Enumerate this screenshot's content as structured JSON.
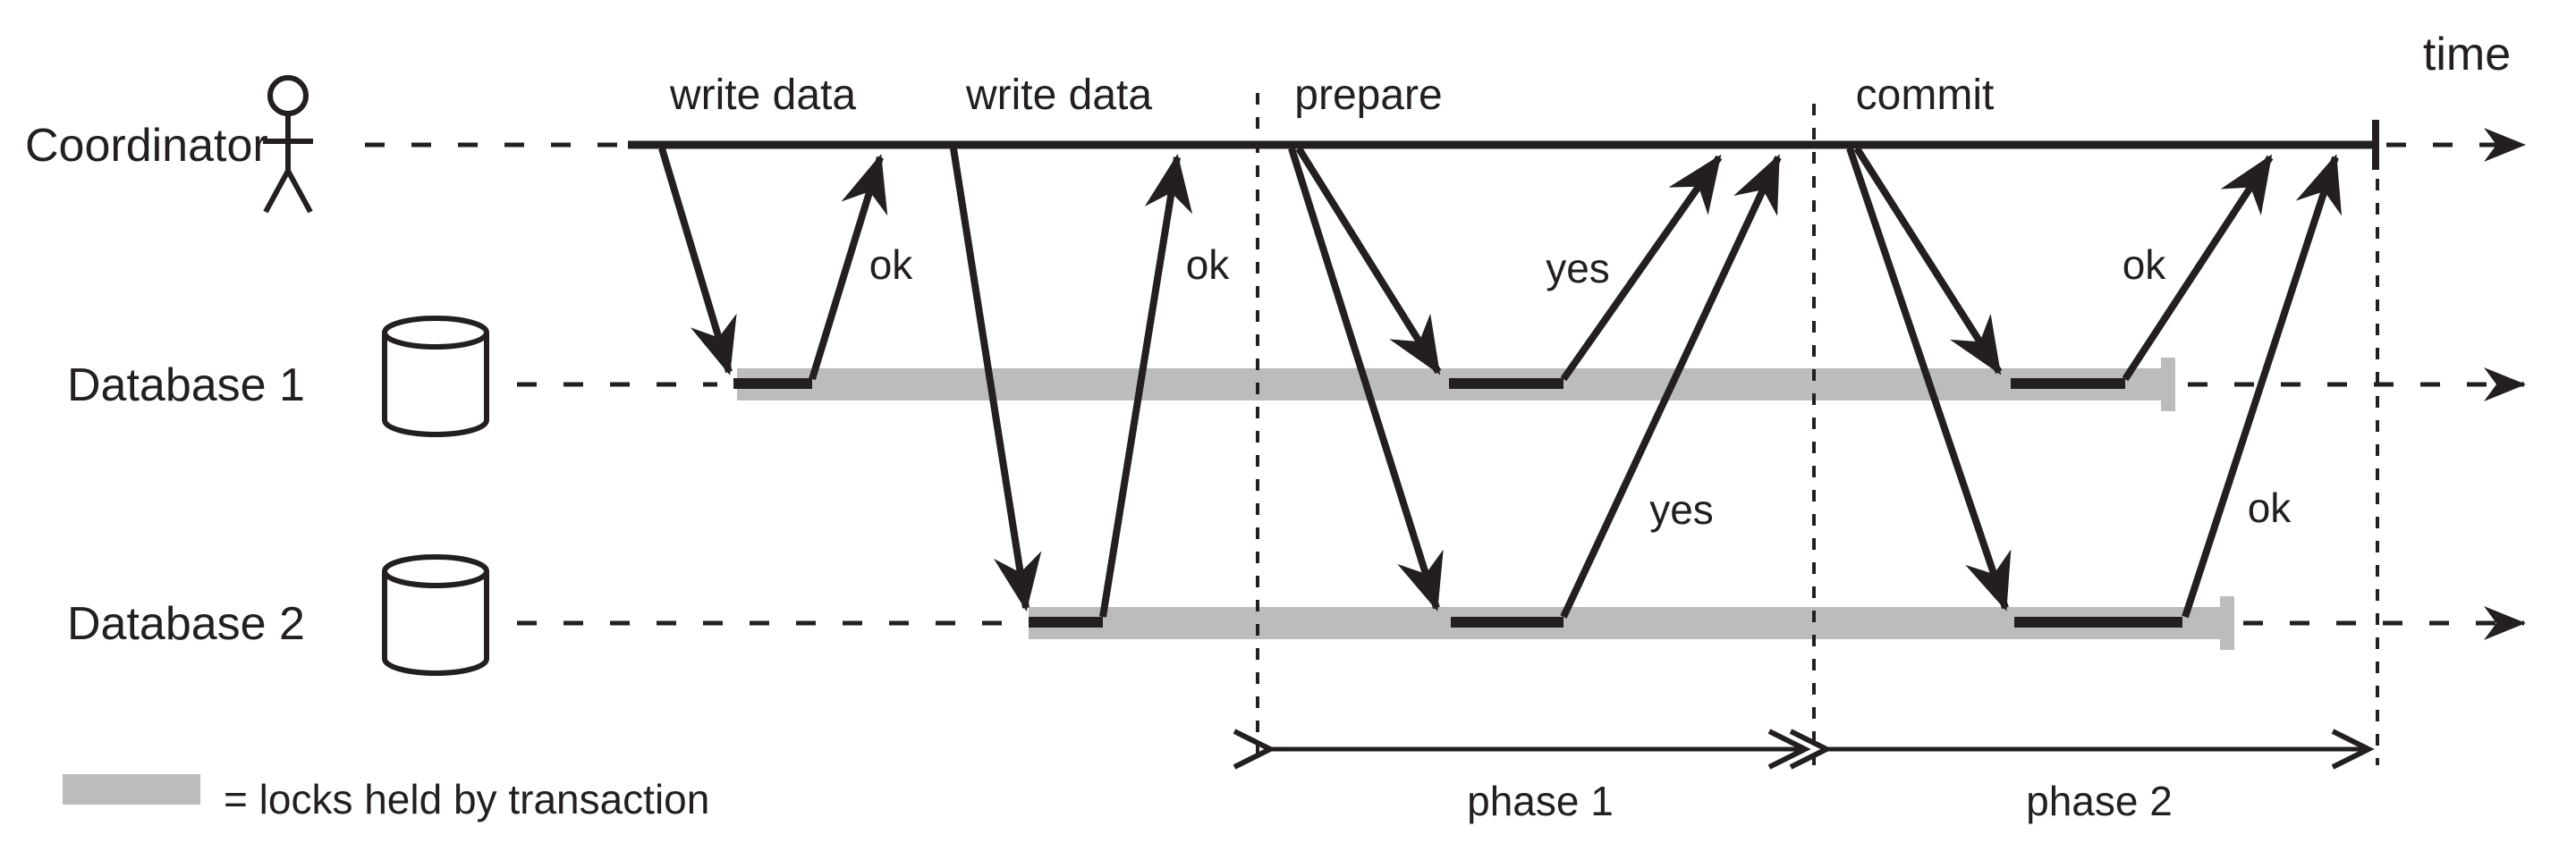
{
  "colors": {
    "ink": "#231f20",
    "lock": "#bcbcbc",
    "background": "#ffffff"
  },
  "lanes": {
    "coordinator": {
      "label": "Coordinator",
      "icon": "person-icon"
    },
    "database1": {
      "label": "Database 1",
      "icon": "database-cylinder-icon"
    },
    "database2": {
      "label": "Database 2",
      "icon": "database-cylinder-icon"
    }
  },
  "axis": {
    "label": "time"
  },
  "steps": {
    "write1": {
      "request": "write data",
      "reply": "ok"
    },
    "write2": {
      "request": "write data",
      "reply": "ok"
    },
    "prepare": {
      "request": "prepare",
      "reply_db1": "yes",
      "reply_db2": "yes"
    },
    "commit": {
      "request": "commit",
      "reply_db1": "ok",
      "reply_db2": "ok"
    }
  },
  "phases": {
    "phase1": {
      "label": "phase 1"
    },
    "phase2": {
      "label": "phase 2"
    }
  },
  "legend": {
    "text": "= locks held by transaction"
  }
}
